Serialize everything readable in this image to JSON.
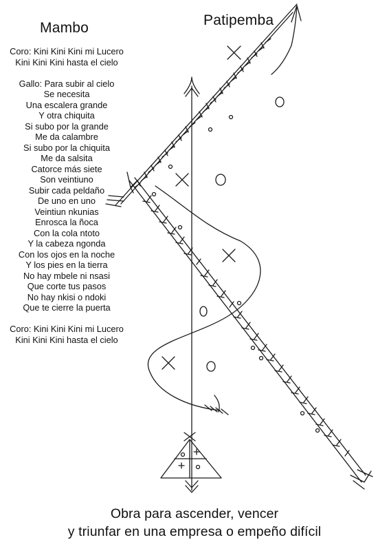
{
  "titles": {
    "left": "Mambo",
    "right": "Patipemba"
  },
  "lyrics": {
    "coro_top": [
      "Coro: Kini Kini Kini mi Lucero",
      "Kini Kini Kini hasta el cielo"
    ],
    "gallo": [
      "Gallo: Para subir al cielo",
      "Se necesita",
      "Una escalera grande",
      "Y otra chiquita",
      "Si subo por la grande",
      "Me da calambre",
      "Si subo por la chiquita",
      "Me da salsita",
      "Catorce más siete",
      "Son veintiuno",
      "Subir cada peldaño",
      "De uno en uno",
      "Veintiun nkunias",
      "Enrosca la ñoca",
      "Con la cola ntoto",
      "Y la cabeza ngonda",
      "Con los ojos en la noche",
      "Y los pies en la tierra",
      "No hay mbele ni nsasi",
      "Que corte tus pasos",
      "No hay nkisi o ndoki",
      "Que te cierre la puerta"
    ],
    "coro_bottom": [
      "Coro: Kini Kini Kini mi Lucero",
      "Kini Kini Kini hasta el cielo"
    ]
  },
  "footer": {
    "line1": "Obra para ascender, vencer",
    "line2": "y triunfar en una empresa o empeño difícil"
  },
  "drawing": {
    "stroke_color": "#1a1a1a",
    "symbols": [
      "arrow-icon",
      "cross-icon",
      "circle-icon",
      "serpent-icon",
      "triangle-icon"
    ]
  }
}
